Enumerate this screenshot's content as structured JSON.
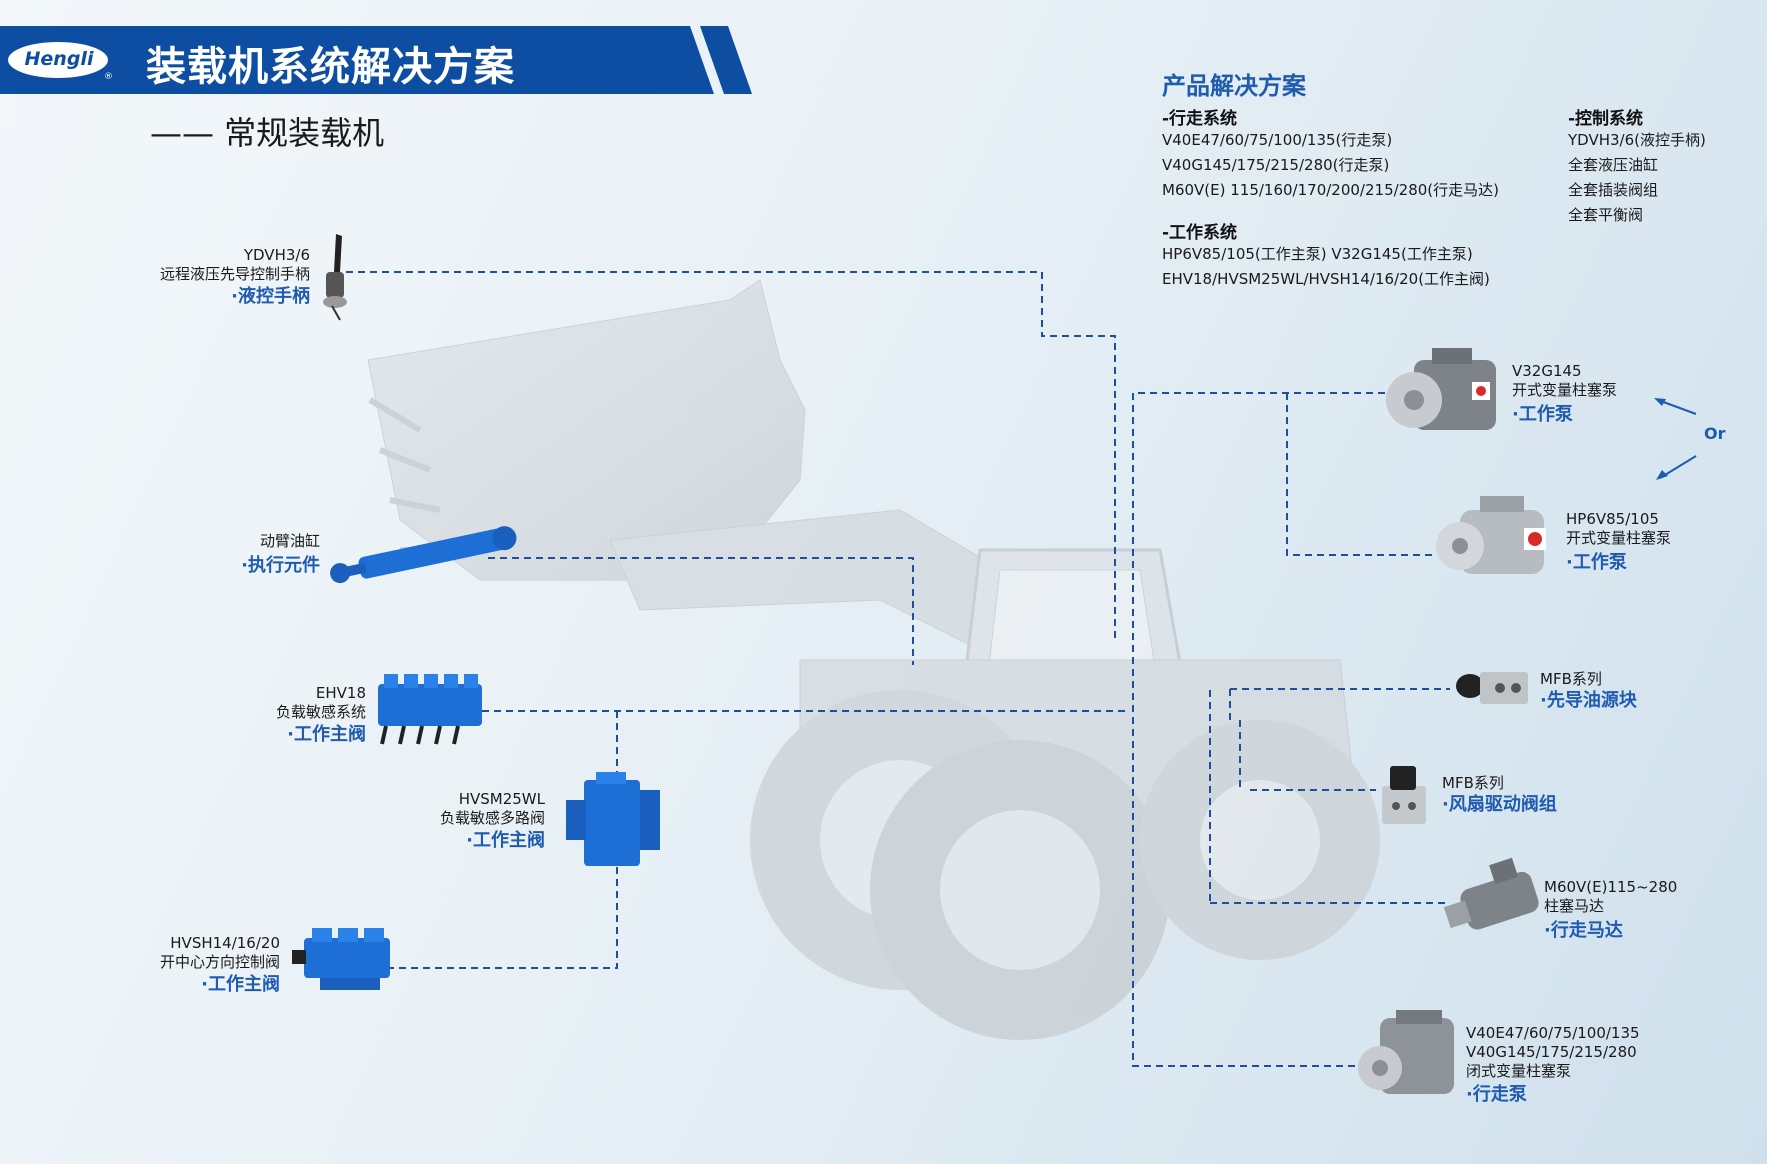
{
  "header": {
    "logo_text": "Hengli",
    "logo_mark": "®",
    "title": "装载机系统解决方案",
    "subtitle": "—— 常规装载机",
    "brand_color": "#0d4ea3"
  },
  "solution": {
    "title": "产品解决方案",
    "travel": {
      "heading": "-行走系统",
      "items": [
        "V40E47/60/75/100/135(行走泵)",
        "V40G145/175/215/280(行走泵)",
        "M60V(E) 115/160/170/200/215/280(行走马达)"
      ]
    },
    "work": {
      "heading": "-工作系统",
      "items": [
        "HP6V85/105(工作主泵) V32G145(工作主泵)",
        "EHV18/HVSM25WL/HVSH14/16/20(工作主阀)"
      ]
    },
    "control": {
      "heading": "-控制系统",
      "items": [
        "YDVH3/6(液控手柄)",
        "全套液压油缸",
        "全套插装阀组",
        "全套平衡阀"
      ]
    }
  },
  "components": {
    "joystick": {
      "model": "YDVH3/6",
      "desc": "远程液压先导控制手柄",
      "category": "·液控手柄"
    },
    "cylinder": {
      "desc": "动臂油缸",
      "category": "·执行元件"
    },
    "ehv18": {
      "model": "EHV18",
      "desc": "负载敏感系统",
      "category": "·工作主阀"
    },
    "hvsm": {
      "model": "HVSM25WL",
      "desc": "负载敏感多路阀",
      "category": "·工作主阀"
    },
    "hvsh": {
      "model": "HVSH14/16/20",
      "desc": "开中心方向控制阀",
      "category": "·工作主阀"
    },
    "v32g": {
      "model": "V32G145",
      "desc": "开式变量柱塞泵",
      "category": "·工作泵"
    },
    "hp6v": {
      "model": "HP6V85/105",
      "desc": "开式变量柱塞泵",
      "category": "·工作泵"
    },
    "or_label": "Or",
    "mfb1": {
      "model": "MFB系列",
      "category": "·先导油源块"
    },
    "mfb2": {
      "model": "MFB系列",
      "category": "·风扇驱动阀组"
    },
    "m60v": {
      "model": "M60V(E)115~280",
      "desc": "柱塞马达",
      "category": "·行走马达"
    },
    "v40": {
      "model1": "V40E47/60/75/100/135",
      "model2": "V40G145/175/215/280",
      "desc": "闭式变量柱塞泵",
      "category": "·行走泵"
    }
  },
  "colors": {
    "accent": "#1f5bb0",
    "dash_line": "#1f4f9a",
    "component_blue": "#1d6fd6",
    "pump_gray": "#7d8389"
  }
}
